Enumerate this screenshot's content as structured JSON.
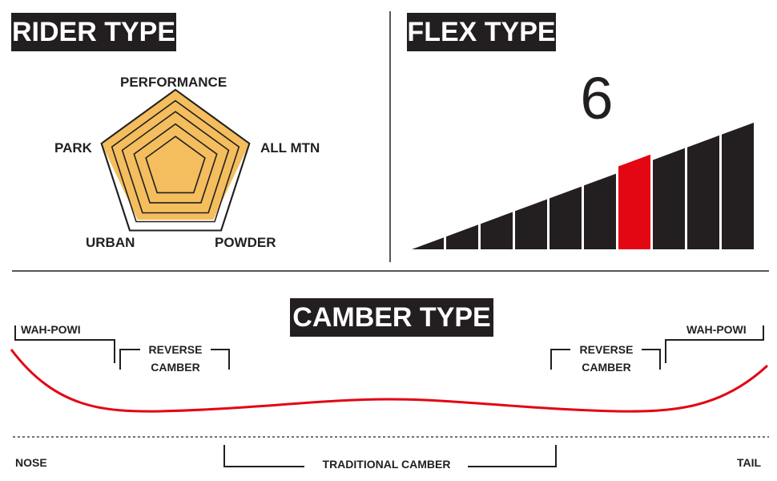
{
  "rider_type": {
    "title": "RIDER TYPE",
    "axes": [
      "PERFORMANCE",
      "ALL MTN",
      "POWDER",
      "URBAN",
      "PARK"
    ],
    "values": [
      1.0,
      1.0,
      0.83,
      0.83,
      1.0
    ],
    "rings": 5,
    "fill_color": "#f4be5e"
  },
  "flex_type": {
    "title": "FLEX TYPE",
    "value": "6",
    "selected_index": 6,
    "scale_max": 10,
    "highlight_color": "#e30613"
  },
  "camber_type": {
    "title": "CAMBER TYPE",
    "left_wah_powi": "WAH-POWI",
    "right_wah_powi": "WAH-POWI",
    "left_reverse": [
      "REVERSE",
      "CAMBER"
    ],
    "right_reverse": [
      "REVERSE",
      "CAMBER"
    ],
    "traditional": "TRADITIONAL CAMBER",
    "nose": "NOSE",
    "tail": "TAIL",
    "profile_color": "#e30613"
  },
  "colors": {
    "ink": "#231f20",
    "accent_red": "#e30613",
    "radar_fill": "#f4be5e"
  }
}
